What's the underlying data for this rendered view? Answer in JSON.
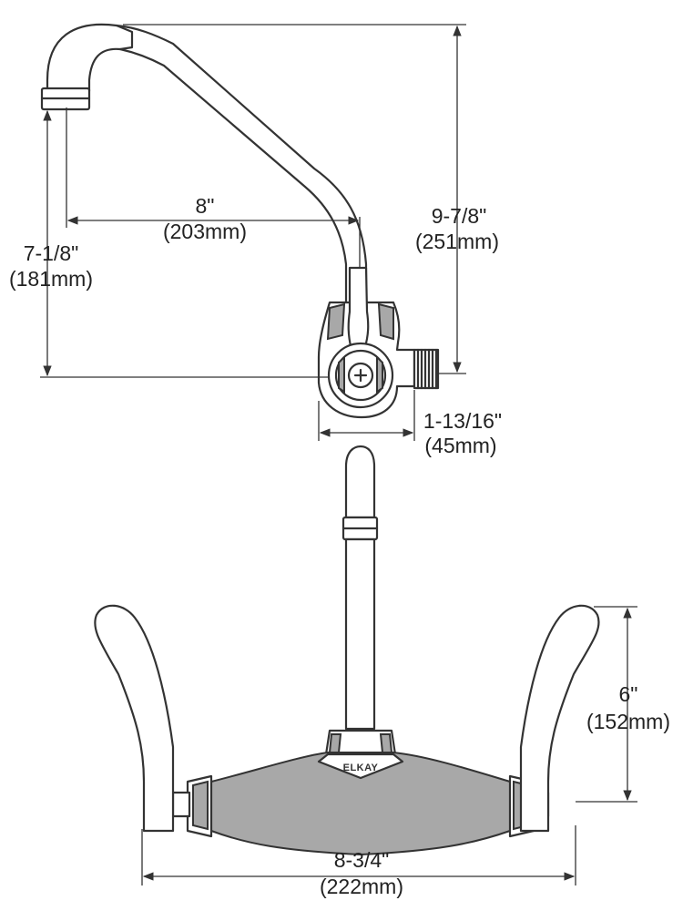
{
  "dimensions": {
    "spout_reach": {
      "inch": "8\"",
      "mm": "(203mm)"
    },
    "spout_clearance": {
      "inch": "7-1/8\"",
      "mm": "(181mm)"
    },
    "overall_height": {
      "inch": "9-7/8\"",
      "mm": "(251mm)"
    },
    "body_depth": {
      "inch": "1-13/16\"",
      "mm": "(45mm)"
    },
    "handle_height": {
      "inch": "6\"",
      "mm": "(152mm)"
    },
    "overall_width": {
      "inch": "8-3/4\"",
      "mm": "(222mm)"
    }
  },
  "brand": {
    "logo_text": "ELKAY"
  },
  "colors": {
    "line": "#333333",
    "fill_gray": "#a8a8a8",
    "background": "#ffffff"
  }
}
